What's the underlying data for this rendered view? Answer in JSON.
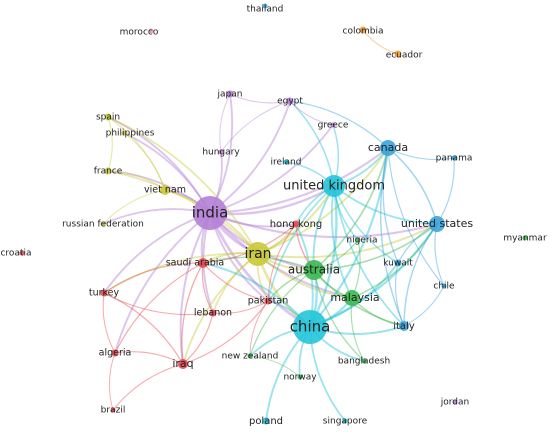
{
  "cluster_colors": {
    "red": "#e8474f",
    "green": "#3bb84f",
    "blue": "#3ba3dc",
    "yellow": "#c9c93a",
    "purple": "#b47fd6",
    "cyan": "#22c4d9",
    "orange": "#f09a3a",
    "pink": "#e89aa8"
  },
  "nodes": [
    {
      "id": "thailand",
      "label": "thailand",
      "cluster": "blue",
      "weight": 1
    },
    {
      "id": "morocco",
      "label": "morocco",
      "cluster": "pink",
      "weight": 1
    },
    {
      "id": "colombia",
      "label": "colombia",
      "cluster": "orange",
      "weight": 2
    },
    {
      "id": "ecuador",
      "label": "ecuador",
      "cluster": "orange",
      "weight": 2
    },
    {
      "id": "japan",
      "label": "japan",
      "cluster": "purple",
      "weight": 2
    },
    {
      "id": "egypt",
      "label": "egypt",
      "cluster": "purple",
      "weight": 2
    },
    {
      "id": "spain",
      "label": "spain",
      "cluster": "yellow",
      "weight": 2
    },
    {
      "id": "philippines",
      "label": "philippines",
      "cluster": "yellow",
      "weight": 1
    },
    {
      "id": "greece",
      "label": "greece",
      "cluster": "purple",
      "weight": 1
    },
    {
      "id": "canada",
      "label": "canada",
      "cluster": "blue",
      "weight": 4
    },
    {
      "id": "hungary",
      "label": "hungary",
      "cluster": "purple",
      "weight": 1
    },
    {
      "id": "ireland",
      "label": "ireland",
      "cluster": "cyan",
      "weight": 1
    },
    {
      "id": "panama",
      "label": "panama",
      "cluster": "blue",
      "weight": 1
    },
    {
      "id": "france",
      "label": "france",
      "cluster": "yellow",
      "weight": 2
    },
    {
      "id": "viet_nam",
      "label": "viet nam",
      "cluster": "yellow",
      "weight": 3
    },
    {
      "id": "united_kingdom",
      "label": "united kingdom",
      "cluster": "cyan",
      "weight": 6
    },
    {
      "id": "india",
      "label": "india",
      "cluster": "purple",
      "weight": 9
    },
    {
      "id": "russian_federation",
      "label": "russian federation",
      "cluster": "yellow",
      "weight": 1
    },
    {
      "id": "hong_kong",
      "label": "hong kong",
      "cluster": "red",
      "weight": 2
    },
    {
      "id": "united_states",
      "label": "united states",
      "cluster": "blue",
      "weight": 4
    },
    {
      "id": "nigeria",
      "label": "nigeria",
      "cluster": "green",
      "weight": 1
    },
    {
      "id": "croatia",
      "label": "croatia",
      "cluster": "red",
      "weight": 1
    },
    {
      "id": "saudi_arabia",
      "label": "saudi arabia",
      "cluster": "red",
      "weight": 3
    },
    {
      "id": "iran",
      "label": "iran",
      "cluster": "yellow",
      "weight": 7
    },
    {
      "id": "australia",
      "label": "australia",
      "cluster": "green",
      "weight": 5
    },
    {
      "id": "myanmar",
      "label": "myanmar",
      "cluster": "green",
      "weight": 1
    },
    {
      "id": "kuwait",
      "label": "kuwait",
      "cluster": "blue",
      "weight": 2
    },
    {
      "id": "turkey",
      "label": "turkey",
      "cluster": "red",
      "weight": 2
    },
    {
      "id": "pakistan",
      "label": "pakistan",
      "cluster": "red",
      "weight": 2
    },
    {
      "id": "malaysia",
      "label": "malaysia",
      "cluster": "green",
      "weight": 4
    },
    {
      "id": "chile",
      "label": "chile",
      "cluster": "blue",
      "weight": 1
    },
    {
      "id": "lebanon",
      "label": "lebanon",
      "cluster": "red",
      "weight": 2
    },
    {
      "id": "china",
      "label": "china",
      "cluster": "cyan",
      "weight": 9
    },
    {
      "id": "italy",
      "label": "italy",
      "cluster": "blue",
      "weight": 3
    },
    {
      "id": "algeria",
      "label": "algeria",
      "cluster": "red",
      "weight": 2
    },
    {
      "id": "new_zealand",
      "label": "new zealand",
      "cluster": "green",
      "weight": 1
    },
    {
      "id": "bangladesh",
      "label": "bangladesh",
      "cluster": "green",
      "weight": 1
    },
    {
      "id": "iraq",
      "label": "iraq",
      "cluster": "red",
      "weight": 3
    },
    {
      "id": "norway",
      "label": "norway",
      "cluster": "green",
      "weight": 1
    },
    {
      "id": "brazil",
      "label": "brazil",
      "cluster": "red",
      "weight": 1
    },
    {
      "id": "jordan",
      "label": "jordan",
      "cluster": "purple",
      "weight": 1
    },
    {
      "id": "poland",
      "label": "poland",
      "cluster": "cyan",
      "weight": 2
    },
    {
      "id": "singapore",
      "label": "singapore",
      "cluster": "cyan",
      "weight": 1
    }
  ],
  "edges": [
    [
      "colombia",
      "ecuador"
    ],
    [
      "india",
      "iran"
    ],
    [
      "india",
      "saudi_arabia"
    ],
    [
      "india",
      "viet_nam"
    ],
    [
      "india",
      "france"
    ],
    [
      "india",
      "spain"
    ],
    [
      "india",
      "philippines"
    ],
    [
      "india",
      "japan"
    ],
    [
      "india",
      "egypt"
    ],
    [
      "india",
      "hungary"
    ],
    [
      "india",
      "united_kingdom"
    ],
    [
      "india",
      "hong_kong"
    ],
    [
      "india",
      "australia"
    ],
    [
      "india",
      "malaysia"
    ],
    [
      "india",
      "china"
    ],
    [
      "india",
      "iraq"
    ],
    [
      "india",
      "turkey"
    ],
    [
      "india",
      "lebanon"
    ],
    [
      "india",
      "pakistan"
    ],
    [
      "india",
      "algeria"
    ],
    [
      "india",
      "russian_federation"
    ],
    [
      "india",
      "canada"
    ],
    [
      "india",
      "united_states"
    ],
    [
      "india",
      "greece"
    ],
    [
      "iran",
      "saudi_arabia"
    ],
    [
      "iran",
      "australia"
    ],
    [
      "iran",
      "china"
    ],
    [
      "iran",
      "malaysia"
    ],
    [
      "iran",
      "united_kingdom"
    ],
    [
      "iran",
      "iraq"
    ],
    [
      "iran",
      "turkey"
    ],
    [
      "iran",
      "lebanon"
    ],
    [
      "iran",
      "pakistan"
    ],
    [
      "iran",
      "hong_kong"
    ],
    [
      "iran",
      "viet_nam"
    ],
    [
      "iran",
      "spain"
    ],
    [
      "iran",
      "france"
    ],
    [
      "iran",
      "united_states"
    ],
    [
      "iran",
      "canada"
    ],
    [
      "china",
      "australia"
    ],
    [
      "china",
      "united_kingdom"
    ],
    [
      "china",
      "malaysia"
    ],
    [
      "china",
      "united_states"
    ],
    [
      "china",
      "canada"
    ],
    [
      "china",
      "italy"
    ],
    [
      "china",
      "hong_kong"
    ],
    [
      "china",
      "pakistan"
    ],
    [
      "china",
      "new_zealand"
    ],
    [
      "china",
      "poland"
    ],
    [
      "china",
      "singapore"
    ],
    [
      "china",
      "norway"
    ],
    [
      "china",
      "bangladesh"
    ],
    [
      "china",
      "kuwait"
    ],
    [
      "china",
      "saudi_arabia"
    ],
    [
      "united_kingdom",
      "australia"
    ],
    [
      "united_kingdom",
      "canada"
    ],
    [
      "united_kingdom",
      "united_states"
    ],
    [
      "united_kingdom",
      "malaysia"
    ],
    [
      "united_kingdom",
      "italy"
    ],
    [
      "united_kingdom",
      "ireland"
    ],
    [
      "united_kingdom",
      "hong_kong"
    ],
    [
      "united_kingdom",
      "egypt"
    ],
    [
      "united_kingdom",
      "greece"
    ],
    [
      "united_kingdom",
      "nigeria"
    ],
    [
      "united_kingdom",
      "pakistan"
    ],
    [
      "united_kingdom",
      "kuwait"
    ],
    [
      "australia",
      "malaysia"
    ],
    [
      "australia",
      "united_states"
    ],
    [
      "australia",
      "canada"
    ],
    [
      "australia",
      "new_zealand"
    ],
    [
      "australia",
      "pakistan"
    ],
    [
      "australia",
      "saudi_arabia"
    ],
    [
      "australia",
      "nigeria"
    ],
    [
      "australia",
      "bangladesh"
    ],
    [
      "australia",
      "italy"
    ],
    [
      "malaysia",
      "united_states"
    ],
    [
      "malaysia",
      "italy"
    ],
    [
      "malaysia",
      "bangladesh"
    ],
    [
      "malaysia",
      "nigeria"
    ],
    [
      "united_states",
      "canada"
    ],
    [
      "united_states",
      "kuwait"
    ],
    [
      "united_states",
      "chile"
    ],
    [
      "united_states",
      "panama"
    ],
    [
      "united_states",
      "italy"
    ],
    [
      "canada",
      "panama"
    ],
    [
      "canada",
      "chile"
    ],
    [
      "canada",
      "italy"
    ],
    [
      "canada",
      "egypt"
    ],
    [
      "canada",
      "kuwait"
    ],
    [
      "saudi_arabia",
      "iraq"
    ],
    [
      "saudi_arabia",
      "turkey"
    ],
    [
      "saudi_arabia",
      "lebanon"
    ],
    [
      "saudi_arabia",
      "pakistan"
    ],
    [
      "saudi_arabia",
      "algeria"
    ],
    [
      "saudi_arabia",
      "hong_kong"
    ],
    [
      "iraq",
      "turkey"
    ],
    [
      "iraq",
      "lebanon"
    ],
    [
      "iraq",
      "algeria"
    ],
    [
      "iraq",
      "brazil"
    ],
    [
      "iraq",
      "pakistan"
    ],
    [
      "turkey",
      "algeria"
    ],
    [
      "turkey",
      "lebanon"
    ],
    [
      "algeria",
      "brazil"
    ],
    [
      "lebanon",
      "pakistan"
    ],
    [
      "hong_kong",
      "pakistan"
    ],
    [
      "hong_kong",
      "australia"
    ],
    [
      "viet_nam",
      "france"
    ],
    [
      "viet_nam",
      "spain"
    ],
    [
      "viet_nam",
      "philippines"
    ],
    [
      "viet_nam",
      "russian_federation"
    ],
    [
      "france",
      "spain"
    ],
    [
      "japan",
      "egypt"
    ],
    [
      "japan",
      "hungary"
    ],
    [
      "egypt",
      "greece"
    ],
    [
      "egypt",
      "hungary"
    ],
    [
      "kuwait",
      "italy"
    ],
    [
      "italy",
      "chile"
    ],
    [
      "pakistan",
      "new_zealand"
    ],
    [
      "norway",
      "new_zealand"
    ]
  ]
}
